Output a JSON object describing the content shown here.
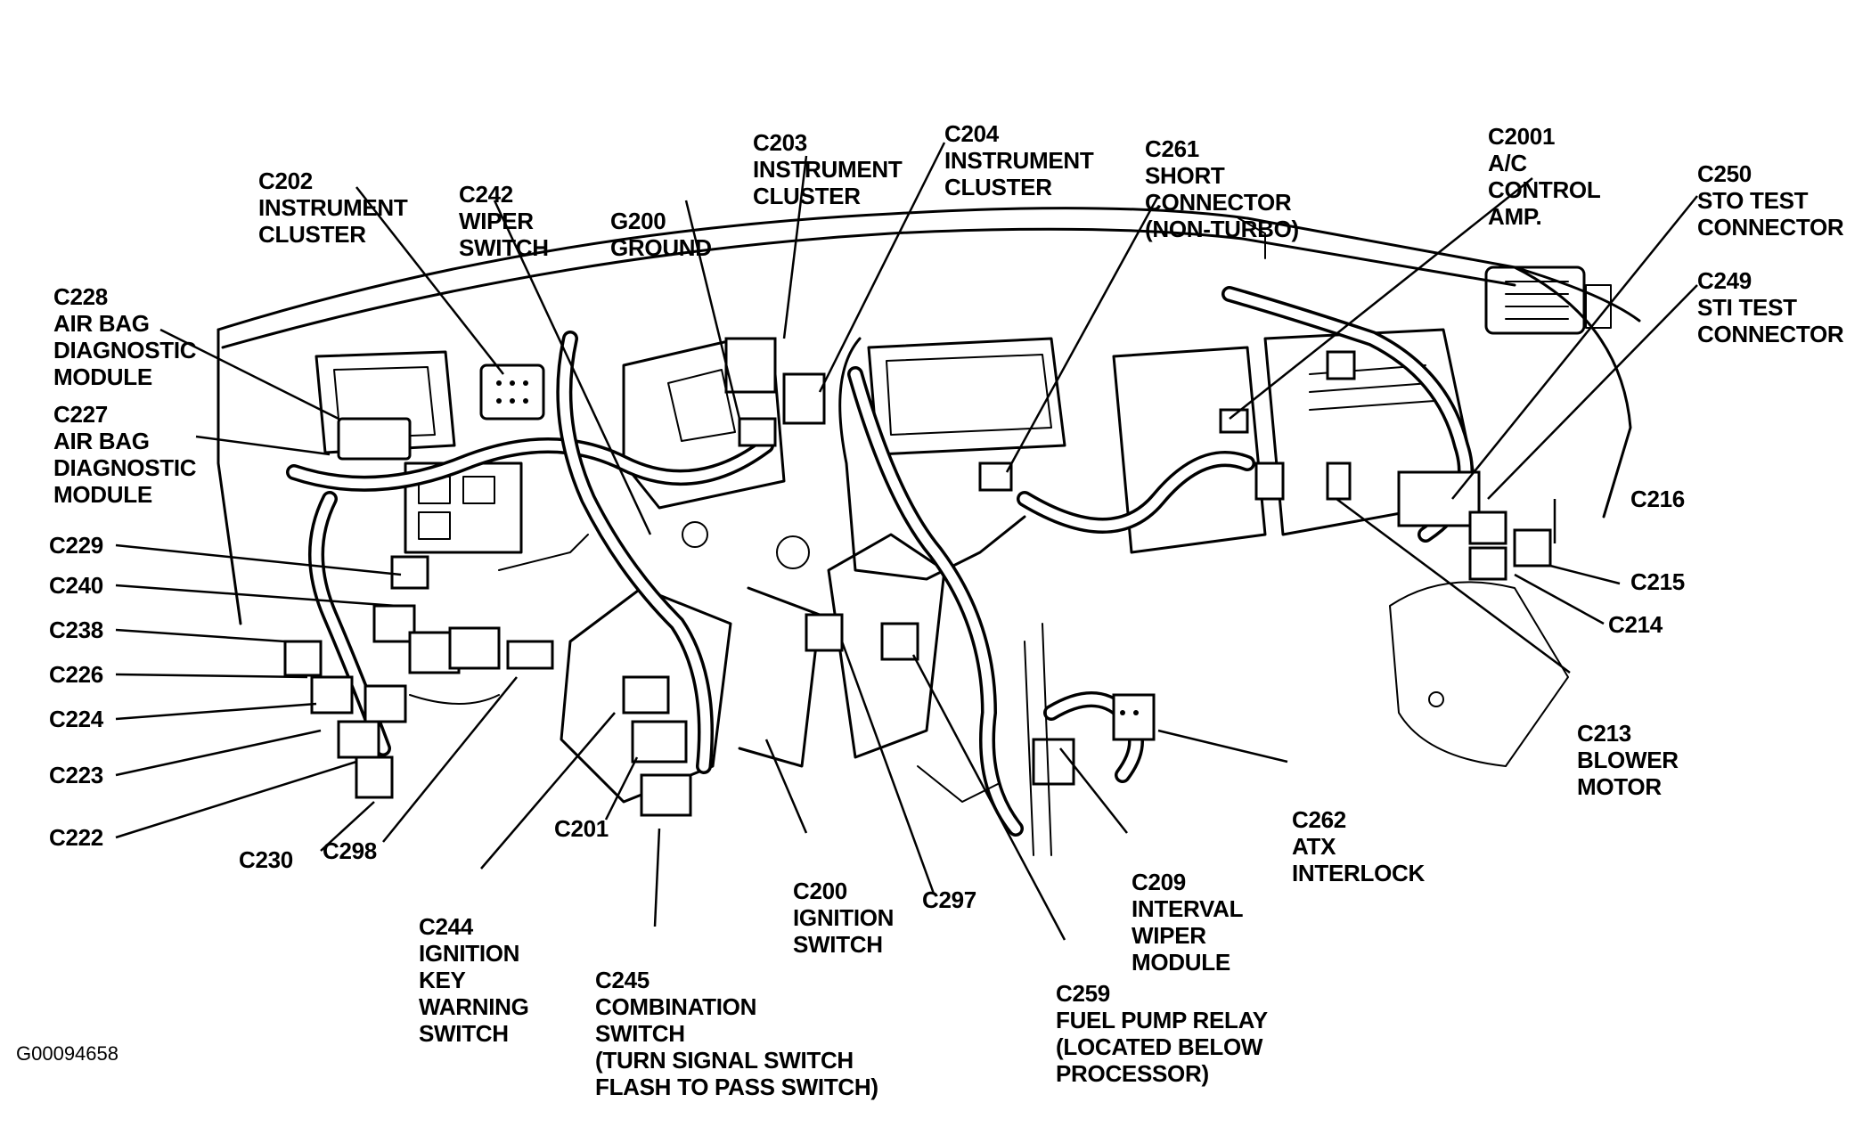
{
  "figure_id": "G00094658",
  "labels": {
    "c202": [
      "C202",
      "INSTRUMENT",
      "CLUSTER"
    ],
    "c242": [
      "C242",
      "WIPER",
      "SWITCH"
    ],
    "g200": [
      "G200",
      "GROUND"
    ],
    "c203": [
      "C203",
      "INSTRUMENT",
      "CLUSTER"
    ],
    "c204": [
      "C204",
      "INSTRUMENT",
      "CLUSTER"
    ],
    "c261": [
      "C261",
      "SHORT",
      "CONNECTOR",
      "(NON-TURBO)"
    ],
    "c2001": [
      "C2001",
      "A/C",
      "CONTROL",
      "AMP."
    ],
    "c250": [
      "C250",
      "STO TEST",
      "CONNECTOR"
    ],
    "c249": [
      "C249",
      "STI TEST",
      "CONNECTOR"
    ],
    "c228": [
      "C228",
      "AIR BAG",
      "DIAGNOSTIC",
      "MODULE"
    ],
    "c227": [
      "C227",
      "AIR BAG",
      "DIAGNOSTIC",
      "MODULE"
    ],
    "c229": [
      "C229"
    ],
    "c240": [
      "C240"
    ],
    "c238": [
      "C238"
    ],
    "c226": [
      "C226"
    ],
    "c224": [
      "C224"
    ],
    "c223": [
      "C223"
    ],
    "c222": [
      "C222"
    ],
    "c230": [
      "C230"
    ],
    "c298": [
      "C298"
    ],
    "c244": [
      "C244",
      "IGNITION",
      "KEY",
      "WARNING",
      "SWITCH"
    ],
    "c201": [
      "C201"
    ],
    "c245": [
      "C245",
      "COMBINATION",
      "SWITCH",
      "(TURN SIGNAL SWITCH",
      "FLASH TO PASS SWITCH)"
    ],
    "c200": [
      "C200",
      "IGNITION",
      "SWITCH"
    ],
    "c297": [
      "C297"
    ],
    "c259": [
      "C259",
      "FUEL PUMP RELAY",
      "(LOCATED BELOW",
      "PROCESSOR)"
    ],
    "c209": [
      "C209",
      "INTERVAL",
      "WIPER",
      "MODULE"
    ],
    "c262": [
      "C262",
      "ATX",
      "INTERLOCK"
    ],
    "c216": [
      "C216"
    ],
    "c215": [
      "C215"
    ],
    "c214": [
      "C214"
    ],
    "c213": [
      "C213",
      "BLOWER",
      "MOTOR"
    ]
  }
}
